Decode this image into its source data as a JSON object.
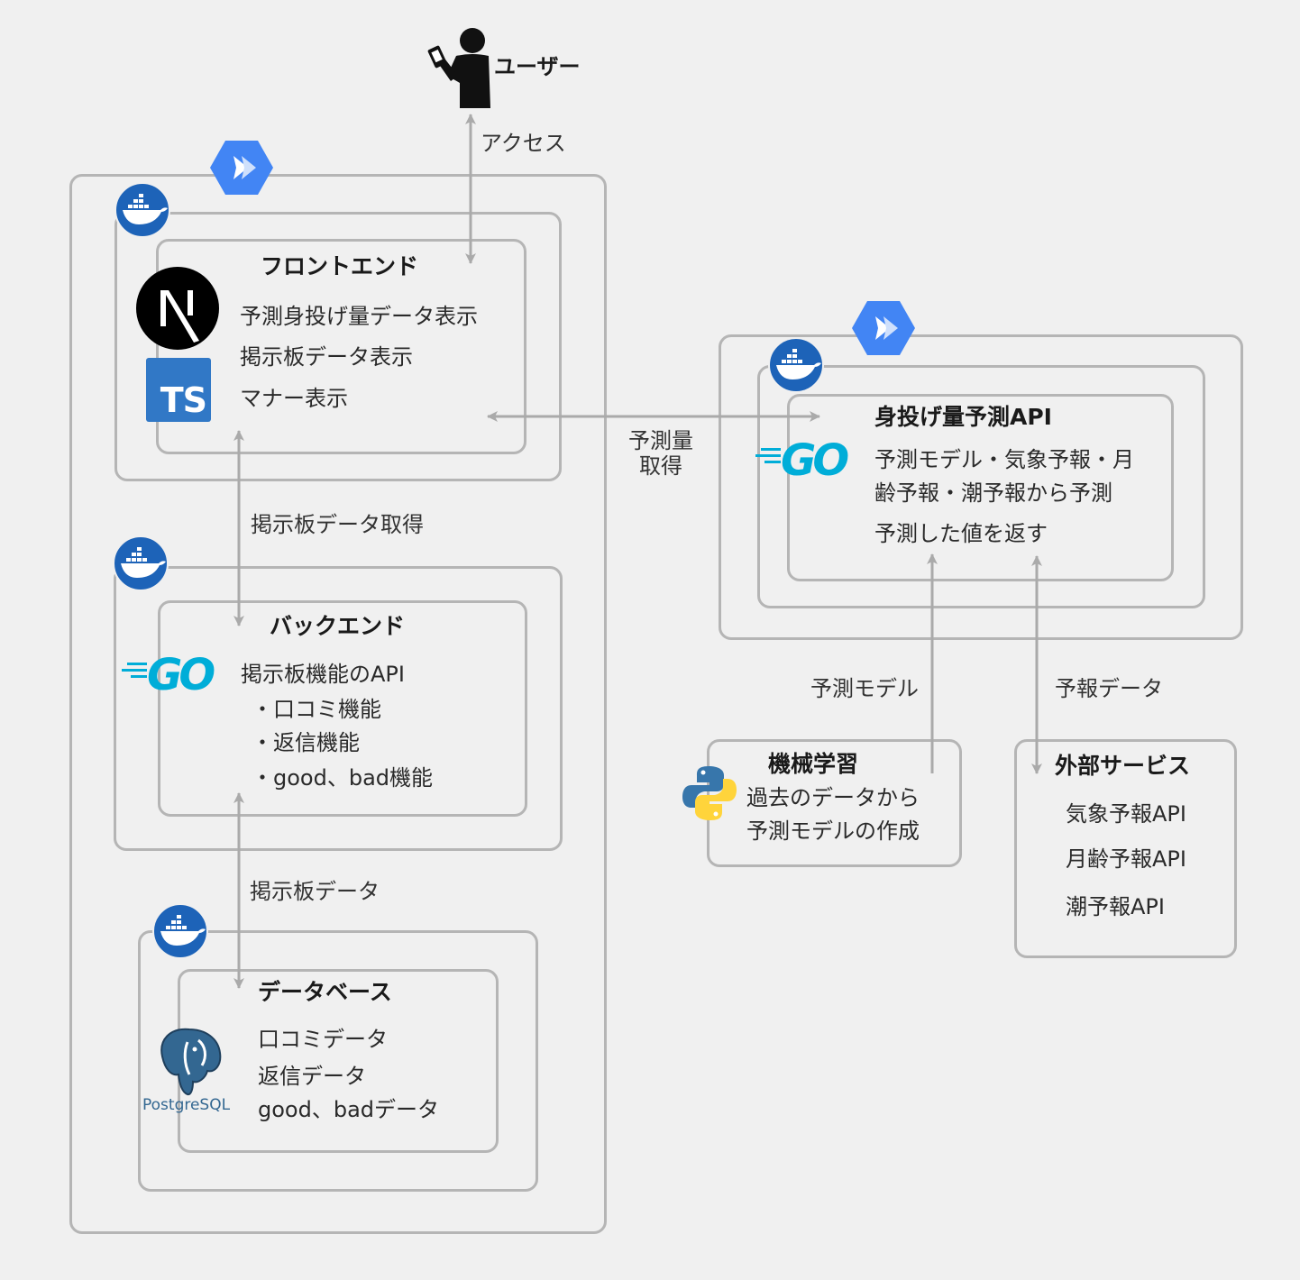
{
  "user": {
    "label": "ユーザー",
    "icon": "person-with-phone-icon"
  },
  "edges": {
    "access": "アクセス",
    "board_fetch": "掲示板データ取得",
    "board_data": "掲示板データ",
    "forecast_fetch": "予測量\n取得",
    "model": "予測モデル",
    "forecast_data": "予報データ"
  },
  "frontend": {
    "title": "フロントエンド",
    "lines": [
      "予測身投げ量データ表示",
      "掲示板データ表示",
      "マナー表示"
    ],
    "icons": [
      "nextjs-icon",
      "typescript-icon"
    ],
    "ts_text": "TS"
  },
  "backend": {
    "title": "バックエンド",
    "lines": [
      "掲示板機能のAPI",
      "・口コミ機能",
      "・返信機能",
      "・good、bad機能"
    ],
    "icon": "go-icon",
    "go_text": "GO"
  },
  "database": {
    "title": "データベース",
    "lines": [
      "口コミデータ",
      "返信データ",
      "good、badデータ"
    ],
    "icon": "postgresql-icon",
    "pg_text": "PostgreSQL"
  },
  "forecast_api": {
    "title": "身投げ量予測API",
    "lines": [
      "予測モデル・気象予報・月",
      "齢予報・潮予報から予測",
      "予測した値を返す"
    ],
    "icon": "go-icon",
    "go_text": "GO"
  },
  "ml": {
    "title": "機械学習",
    "lines": [
      "過去のデータから",
      "予測モデルの作成"
    ],
    "icon": "python-icon"
  },
  "external": {
    "title": "外部サービス",
    "lines": [
      "気象予報API",
      "月齢予報API",
      "潮予報API"
    ]
  },
  "colors": {
    "cloud_run": "#4285f4",
    "docker": "#1d63b8",
    "go": "#00add8",
    "typescript": "#3178c6",
    "python_blue": "#3776ab",
    "python_yellow": "#ffd43b",
    "postgres": "#336791",
    "border": "#b5b5b5",
    "arrow": "#aaaaaa"
  }
}
